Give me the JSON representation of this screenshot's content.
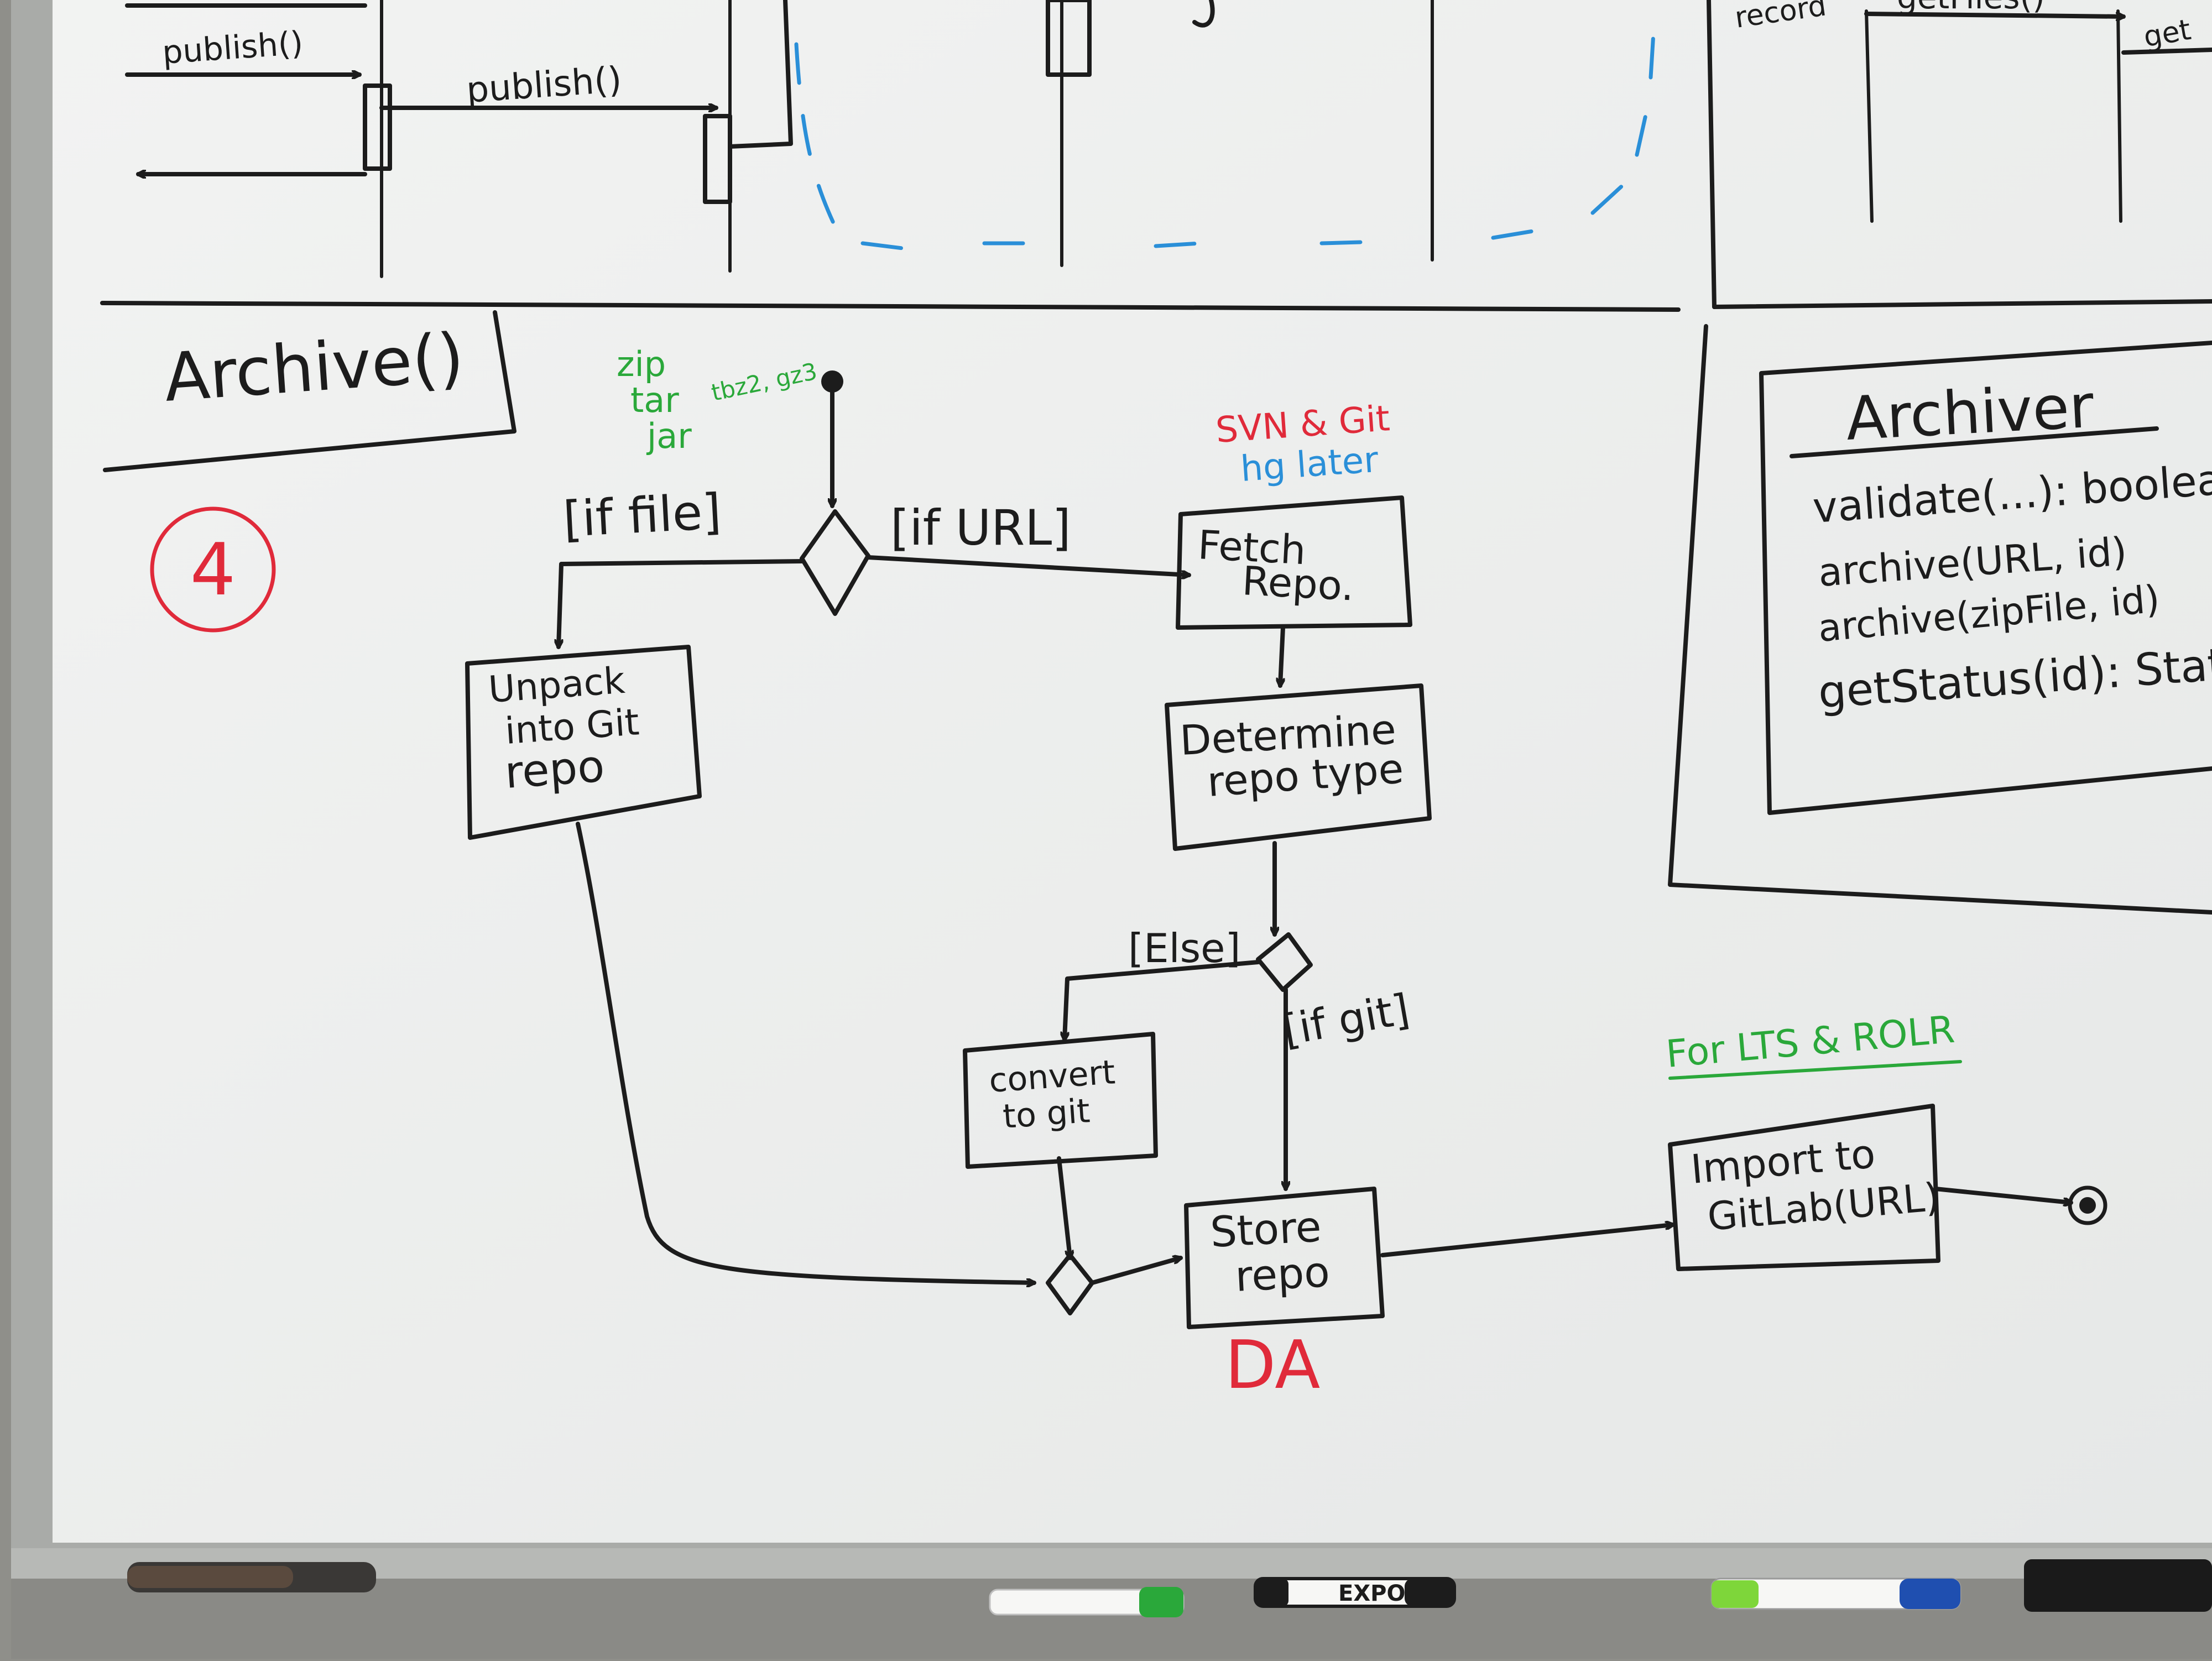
{
  "colors": {
    "board": "#eef0ef",
    "frame": "#9a9c99",
    "ink_black": "#1c1c1c",
    "ink_green": "#2aa83a",
    "ink_red": "#e02a3a",
    "ink_blue": "#2a8fd8"
  },
  "top_sketch": {
    "publish_1": "publish()",
    "publish_2": "publish()",
    "record": "record",
    "get_files": "getFiles()",
    "get_partial": "get"
  },
  "activity": {
    "title": "Archive()",
    "step_number": "4",
    "archive_formats": [
      "zip",
      "tar",
      "jar"
    ],
    "compression_formats": "tbz2, gz3",
    "guard_if_file": "[if file]",
    "guard_if_url": "[if URL]",
    "vcs_note": "SVN & Git",
    "hg_note": "hg later",
    "fetch_repo": [
      "Fetch",
      "Repo."
    ],
    "unpack": [
      "Unpack",
      "into Git",
      "repo"
    ],
    "determine": [
      "Determine",
      "repo type"
    ],
    "guard_else": "[Else]",
    "guard_if_git": "[if git]",
    "convert": [
      "convert",
      "to git"
    ],
    "store": [
      "Store",
      "repo"
    ],
    "store_note": "DA",
    "lts_note": "For LTS & ROLR",
    "import": [
      "Import to",
      "GitLab(URL)"
    ]
  },
  "archiver_class": {
    "name": "Archiver",
    "operations": [
      "validate(...): boolean",
      "archive(URL, id)",
      "archive(zipFile, id)",
      "getStatus(id): Status"
    ]
  },
  "markers": [
    "",
    "",
    "EXPO",
    "",
    ""
  ]
}
